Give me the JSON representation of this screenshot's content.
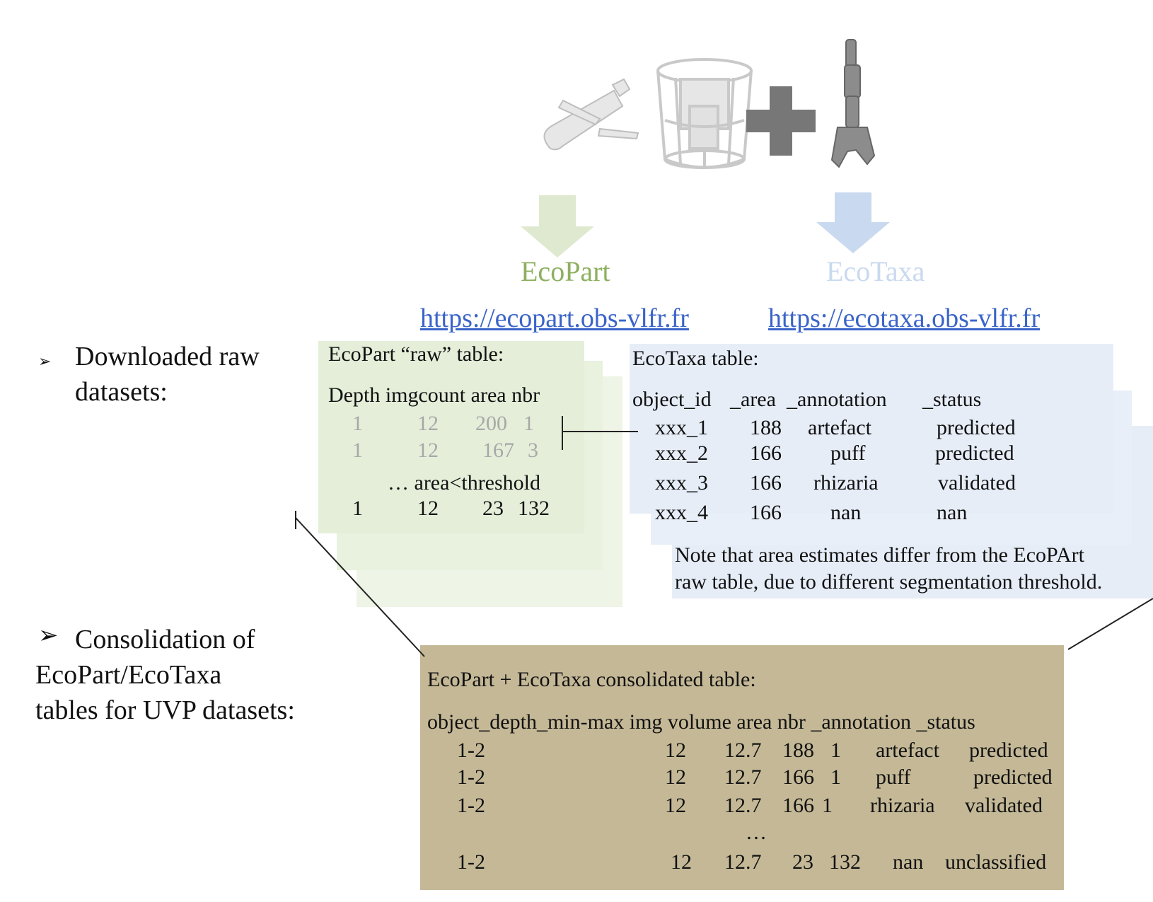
{
  "colors": {
    "ecopart_green": "#8db05f",
    "ecopart_box": "#e4eed9",
    "ecotaxa_blue": "#c9d9ef",
    "ecotaxa_box": "#e6edf7",
    "consolidated_box": "#c4b896",
    "link_blue": "#3a64c8",
    "plus_grey": "#777777"
  },
  "icons": [
    "glider-icon",
    "uvp-frame-icon",
    "plus-icon",
    "uvp-instrument-icon",
    "arrow-down-icon"
  ],
  "sources": {
    "ecopart": {
      "name": "EcoPart",
      "url": "https://ecopart.obs-vlfr.fr"
    },
    "ecotaxa": {
      "name": "EcoTaxa",
      "url": "https://ecotaxa.obs-vlfr.fr"
    }
  },
  "bullets": {
    "downloaded": {
      "marker": "➢",
      "line1": "Downloaded raw",
      "line2": "datasets:"
    },
    "consolidation": {
      "marker": "➢",
      "line1": "Consolidation of",
      "line2": "EcoPart/EcoTaxa",
      "line3": "tables for UVP datasets:"
    }
  },
  "ecopart_table": {
    "title": "EcoPart “raw” table:",
    "header": "Depth imgcount area nbr",
    "rows_faded": [
      [
        "1",
        "12",
        "200",
        "1"
      ],
      [
        "1",
        "12",
        "167",
        "3"
      ]
    ],
    "threshold_note": "… area<threshold",
    "row_below": [
      "1",
      "12",
      "23",
      "132"
    ]
  },
  "ecotaxa_table": {
    "title": "EcoTaxa table:",
    "headers": [
      "object_id",
      "_area",
      "_annotation",
      "_status"
    ],
    "rows": [
      [
        "xxx_1",
        "188",
        "artefact",
        "predicted"
      ],
      [
        "xxx_2",
        "166",
        "puff",
        "predicted"
      ],
      [
        "xxx_3",
        "166",
        "rhizaria",
        "validated"
      ],
      [
        "xxx_4",
        "166",
        "nan",
        "nan"
      ]
    ],
    "note_line1": "Note that area estimates differ from the EcoPArt",
    "note_line2": "raw table, due to different segmentation threshold."
  },
  "consolidated_table": {
    "title": "EcoPart + EcoTaxa consolidated table:",
    "header": "object_depth_min-max img volume area nbr _annotation _status",
    "rows": [
      [
        "1-2",
        "12",
        "12.7",
        "188",
        "1",
        "artefact",
        "predicted"
      ],
      [
        "1-2",
        "12",
        "12.7",
        "166",
        "1",
        "puff",
        "predicted"
      ],
      [
        "1-2",
        "12",
        "12.7",
        "166",
        "1",
        "rhizaria",
        "validated"
      ]
    ],
    "ellipsis": "…",
    "last_row": [
      "1-2",
      "12",
      "12.7",
      "23",
      "132",
      "nan",
      "unclassified"
    ]
  }
}
